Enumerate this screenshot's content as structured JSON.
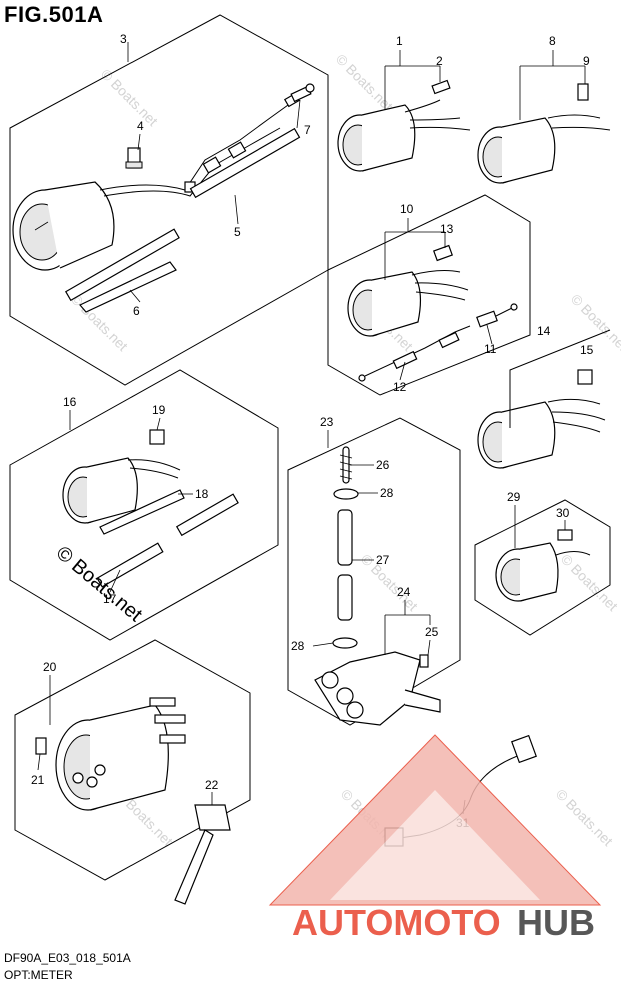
{
  "figure": {
    "title": "FIG.501A",
    "code": "DF90A_E03_018_501A",
    "name": "OPT:METER"
  },
  "callouts": [
    {
      "id": "c1",
      "label": "1"
    },
    {
      "id": "c2",
      "label": "2"
    },
    {
      "id": "c3",
      "label": "3"
    },
    {
      "id": "c4",
      "label": "4"
    },
    {
      "id": "c5",
      "label": "5"
    },
    {
      "id": "c6",
      "label": "6"
    },
    {
      "id": "c7",
      "label": "7"
    },
    {
      "id": "c8",
      "label": "8"
    },
    {
      "id": "c9",
      "label": "9"
    },
    {
      "id": "c10",
      "label": "10"
    },
    {
      "id": "c11",
      "label": "11"
    },
    {
      "id": "c12",
      "label": "12"
    },
    {
      "id": "c13",
      "label": "13"
    },
    {
      "id": "c14",
      "label": "14"
    },
    {
      "id": "c15",
      "label": "15"
    },
    {
      "id": "c16",
      "label": "16"
    },
    {
      "id": "c17",
      "label": "17"
    },
    {
      "id": "c18",
      "label": "18"
    },
    {
      "id": "c19",
      "label": "19"
    },
    {
      "id": "c20",
      "label": "20"
    },
    {
      "id": "c21",
      "label": "21"
    },
    {
      "id": "c22",
      "label": "22"
    },
    {
      "id": "c23",
      "label": "23"
    },
    {
      "id": "c24",
      "label": "24"
    },
    {
      "id": "c25",
      "label": "25"
    },
    {
      "id": "c26",
      "label": "26"
    },
    {
      "id": "c27",
      "label": "27"
    },
    {
      "id": "c28a",
      "label": "28"
    },
    {
      "id": "c28b",
      "label": "28"
    },
    {
      "id": "c29",
      "label": "29"
    },
    {
      "id": "c30",
      "label": "30"
    },
    {
      "id": "c31",
      "label": "31"
    }
  ],
  "watermark": {
    "text": "© Boats.net",
    "brand_part1": "AUTOMOTO",
    "brand_part2": "HUB",
    "brand_color": "#e8432e",
    "brand_color_dark": "#3a3a3a"
  }
}
